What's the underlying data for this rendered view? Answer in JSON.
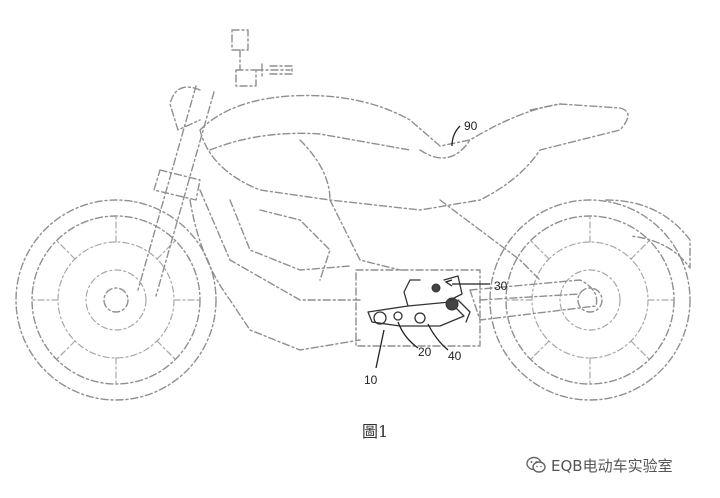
{
  "figure": {
    "caption": "圖1",
    "reference_labels": [
      "90",
      "30",
      "20",
      "40",
      "10"
    ]
  },
  "watermark": {
    "icon": "wechat-icon",
    "text": "EQB电动车实验室"
  },
  "colors": {
    "line": "#8f8f8f",
    "detail": "#333333",
    "text": "#222222"
  }
}
